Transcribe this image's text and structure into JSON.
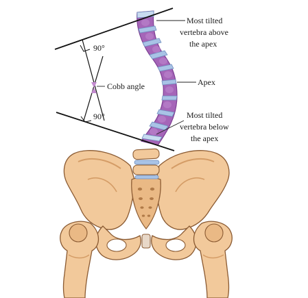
{
  "labels": {
    "upper_angle": "90°",
    "lower_angle": "90°",
    "cobb_angle": "Cobb angle",
    "upper_vertebra": [
      "Most tilted",
      "vertebra above",
      "the apex"
    ],
    "apex": "Apex",
    "lower_vertebra": [
      "Most tilted",
      "vertebra below",
      "the apex"
    ]
  },
  "colors": {
    "vertebra": "#a565b8",
    "vertebra_dark": "#7d3f93",
    "disc": "#a9c3e6",
    "disc_highlight": "#d8e6f6",
    "bone": "#f2c99b",
    "bone_shade": "#d49c66",
    "bone_outline": "#8a5a32",
    "cobb_fill": "#c48bd0"
  }
}
